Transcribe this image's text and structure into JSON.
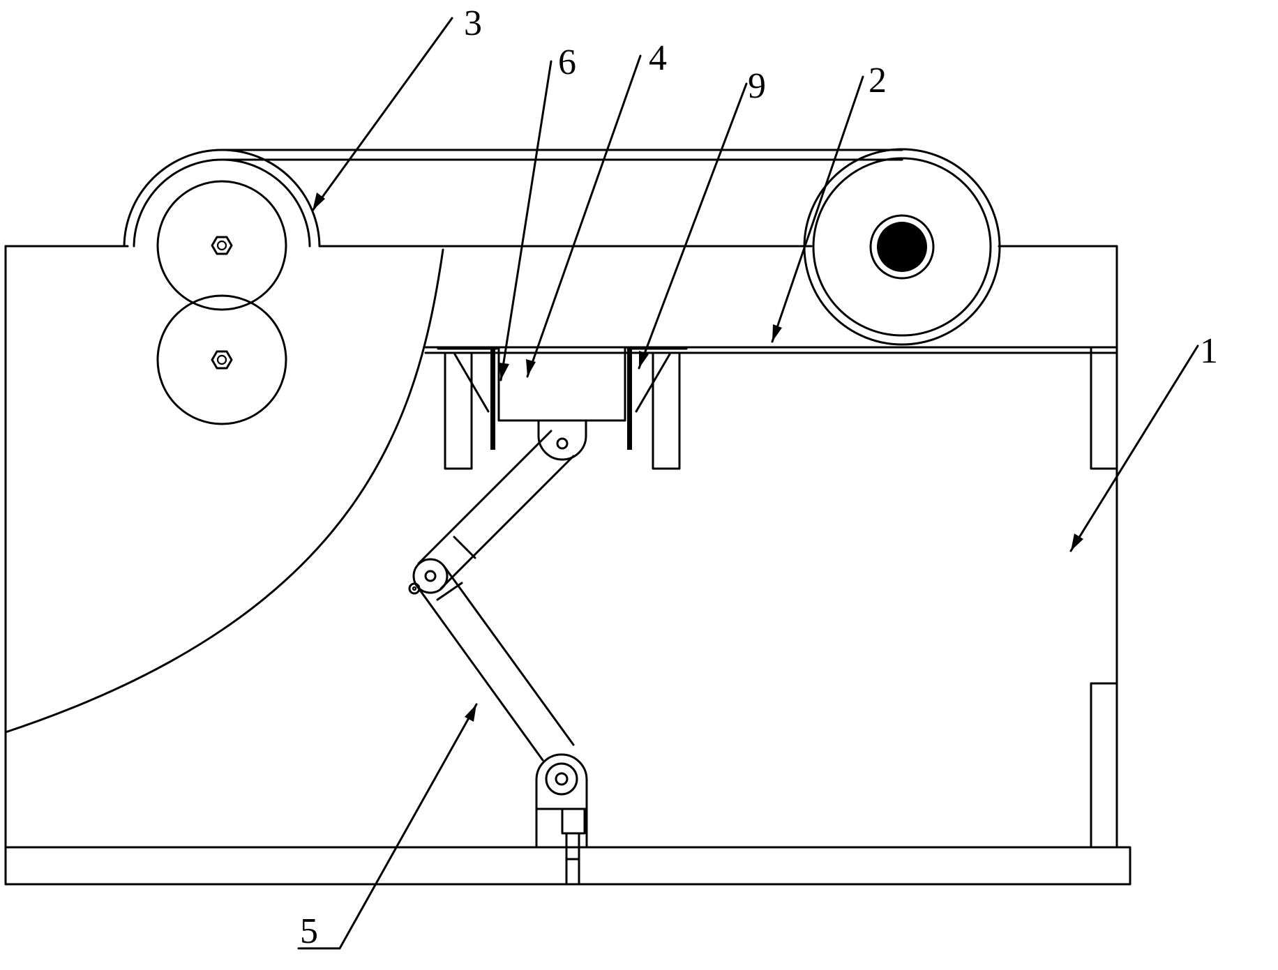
{
  "labels": {
    "l1": "1",
    "l2": "2",
    "l3": "3",
    "l4": "4",
    "l5": "5",
    "l6": "6",
    "l9": "9"
  },
  "colors": {
    "line": "#000000",
    "background": "#ffffff"
  }
}
